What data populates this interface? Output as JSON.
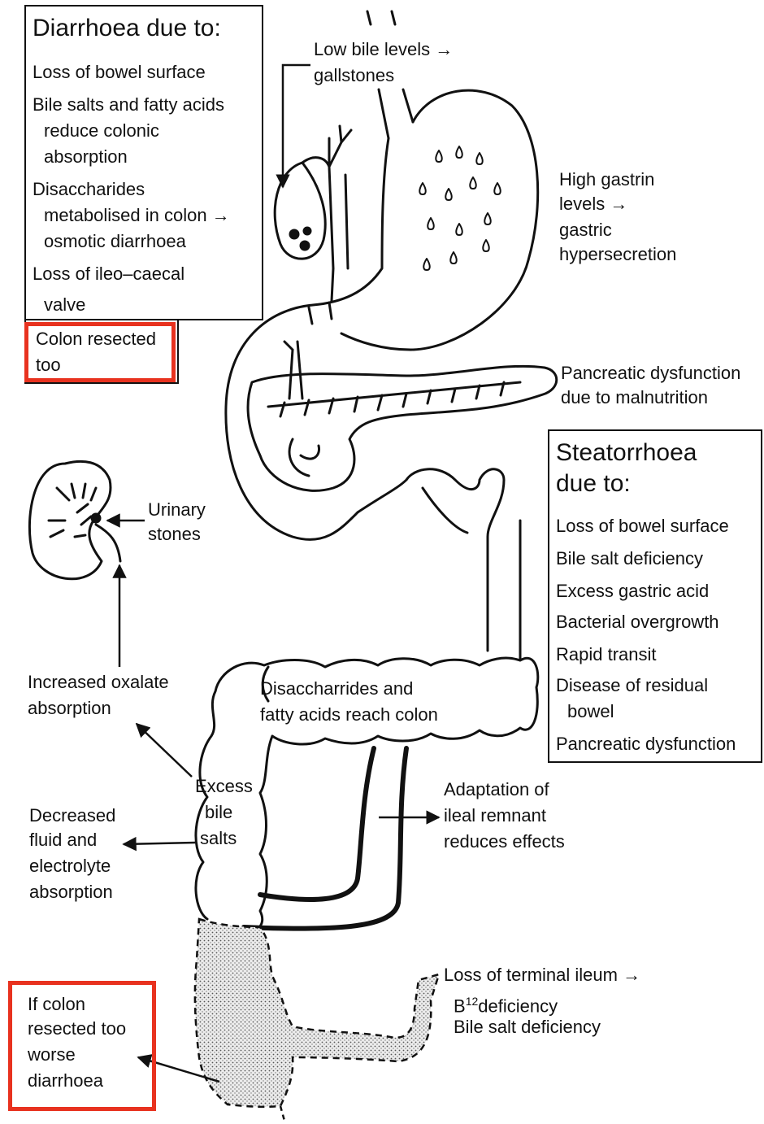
{
  "diarrhoea_box": {
    "heading": "Diarrhoea due to:",
    "l1": "Loss of bowel surface",
    "l2": "Bile salts and fatty acids",
    "l3": "reduce colonic",
    "l4": "absorption",
    "l5": "Disaccharides",
    "l6": "metabolised in colon →",
    "l7": "osmotic diarrhoea",
    "l8": "Loss of ileo–caecal",
    "l9": "valve",
    "r1": "Colon resected",
    "r2": "too"
  },
  "bile": {
    "l1": "Low bile levels →",
    "l2": "gallstones"
  },
  "gastrin": {
    "l1": "High gastrin",
    "l2": "levels →",
    "l3": "gastric",
    "l4": "hypersecretion"
  },
  "pancreatic": {
    "l1": "Pancreatic dysfunction",
    "l2": "due to malnutrition"
  },
  "steatorrhoea_box": {
    "h1": "Steatorrhoea",
    "h2": "due to:",
    "l1": "Loss of bowel surface",
    "l2": "Bile salt deficiency",
    "l3": "Excess gastric acid",
    "l4": "Bacterial overgrowth",
    "l5": "Rapid transit",
    "l6": "Disease of residual",
    "l7": "bowel",
    "l8": "Pancreatic dysfunction"
  },
  "urinary": {
    "l1": "Urinary",
    "l2": "stones"
  },
  "oxalate": {
    "l1": "Increased oxalate",
    "l2": "absorption"
  },
  "colon_label": {
    "l1": "Disaccharrides and",
    "l2": "fatty acids reach colon"
  },
  "excess_bile": {
    "l1": "Excess",
    "l2": "bile",
    "l3": "salts"
  },
  "fluid": {
    "l1": "Decreased",
    "l2": "fluid and",
    "l3": "electrolyte",
    "l4": "absorption"
  },
  "adaptation": {
    "l1": "Adaptation of",
    "l2": "ileal remnant",
    "l3": "reduces effects"
  },
  "ileum": {
    "l1": "Loss of terminal ileum →",
    "l2a": "B",
    "l2sup": "12",
    "l2b": "deficiency",
    "l3": "Bile salt deficiency"
  },
  "colon_resected": {
    "l1": "If colon",
    "l2": "resected too",
    "l3": "worse",
    "l4": "diarrhoea"
  },
  "colors": {
    "ink": "#111111",
    "highlight": "#e8321f",
    "stipple": "#d9d9d9"
  }
}
